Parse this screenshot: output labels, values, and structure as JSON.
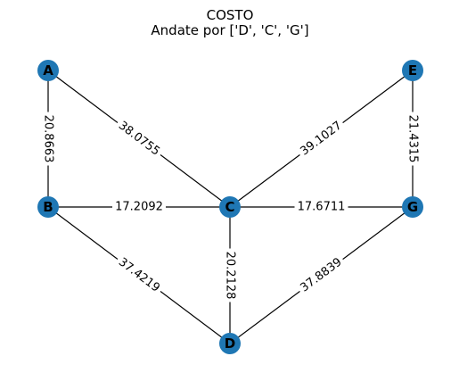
{
  "title": "COSTO",
  "subtitle": "Andate por ['D', 'C', 'G']",
  "colors": {
    "node": "#1f77b4",
    "edge": "#000000",
    "background": "#ffffff"
  },
  "nodes": [
    {
      "id": "A",
      "label": "A"
    },
    {
      "id": "E",
      "label": "E"
    },
    {
      "id": "B",
      "label": "B"
    },
    {
      "id": "C",
      "label": "C"
    },
    {
      "id": "G",
      "label": "G"
    },
    {
      "id": "D",
      "label": "D"
    }
  ],
  "edges": [
    {
      "id": "A-B",
      "from": "A",
      "to": "B",
      "label": "20.8663"
    },
    {
      "id": "A-C",
      "from": "A",
      "to": "C",
      "label": "38.0755"
    },
    {
      "id": "E-C",
      "from": "E",
      "to": "C",
      "label": "39.1027"
    },
    {
      "id": "E-G",
      "from": "E",
      "to": "G",
      "label": "21.4315"
    },
    {
      "id": "B-C",
      "from": "B",
      "to": "C",
      "label": "17.2092"
    },
    {
      "id": "C-G",
      "from": "C",
      "to": "G",
      "label": "17.6711"
    },
    {
      "id": "B-D",
      "from": "B",
      "to": "D",
      "label": "37.4219"
    },
    {
      "id": "C-D",
      "from": "C",
      "to": "D",
      "label": "20.2128"
    },
    {
      "id": "G-D",
      "from": "G",
      "to": "D",
      "label": "37.8839"
    }
  ]
}
